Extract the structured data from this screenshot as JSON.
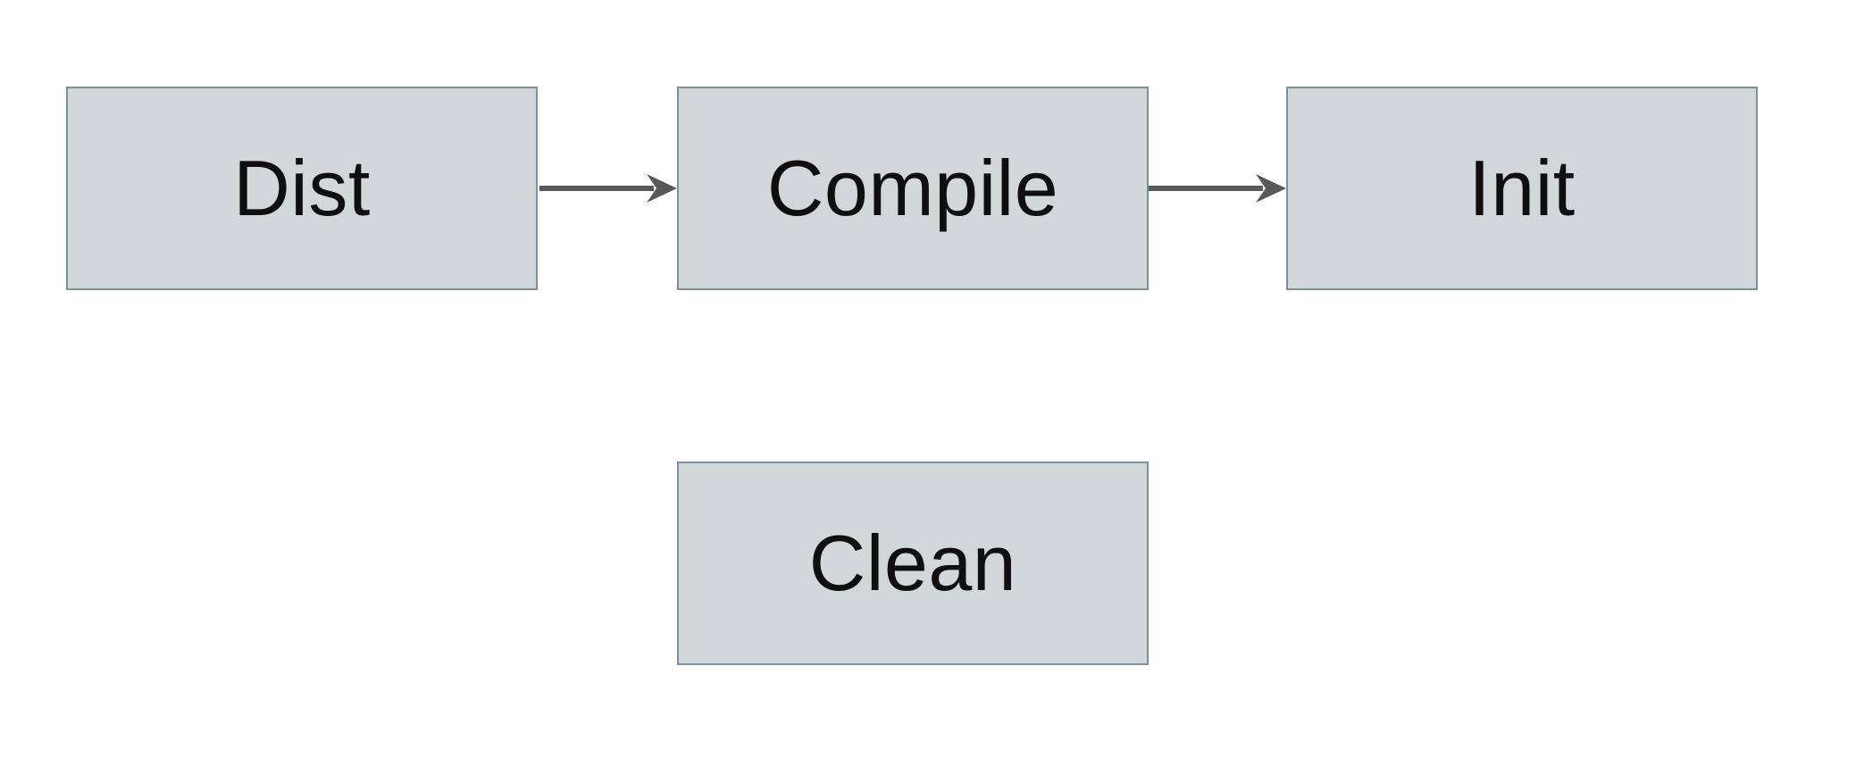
{
  "diagram": {
    "type": "flowchart",
    "nodes": [
      {
        "id": "dist",
        "label": "Dist"
      },
      {
        "id": "compile",
        "label": "Compile"
      },
      {
        "id": "init",
        "label": "Init"
      },
      {
        "id": "clean",
        "label": "Clean"
      }
    ],
    "edges": [
      {
        "from": "dist",
        "to": "compile",
        "direction": "right",
        "style": "solid-barbed-arrow"
      },
      {
        "from": "compile",
        "to": "init",
        "direction": "right",
        "style": "solid-barbed-arrow"
      }
    ]
  },
  "colors": {
    "node_fill": "#d2d8da",
    "node_border": "#7b929e",
    "arrow": "#595959",
    "label_text": "#0f0f0f",
    "background": "#ffffff"
  }
}
